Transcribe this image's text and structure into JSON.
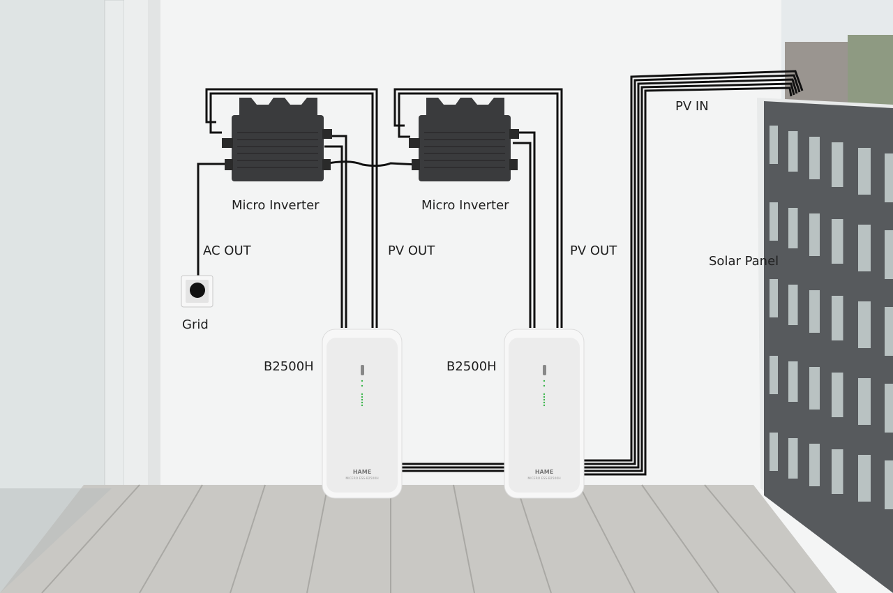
{
  "labels": {
    "micro_inverter_1": "Micro Inverter",
    "micro_inverter_2": "Micro Inverter",
    "ac_out": "AC OUT",
    "pv_out_1": "PV OUT",
    "pv_out_2": "PV OUT",
    "grid": "Grid",
    "battery_1": "B2500H",
    "battery_2": "B2500H",
    "pv_in": "PV IN",
    "solar_panel": "Solar Panel"
  },
  "battery_logo": {
    "brand": "HAME",
    "model": "MICERO ESS-B2500H"
  },
  "colors": {
    "wall": "#f3f4f4",
    "cable": "#111111",
    "inverter": "#3a3b3d",
    "panel": "#55585b",
    "floor": "#c9c8c4"
  }
}
